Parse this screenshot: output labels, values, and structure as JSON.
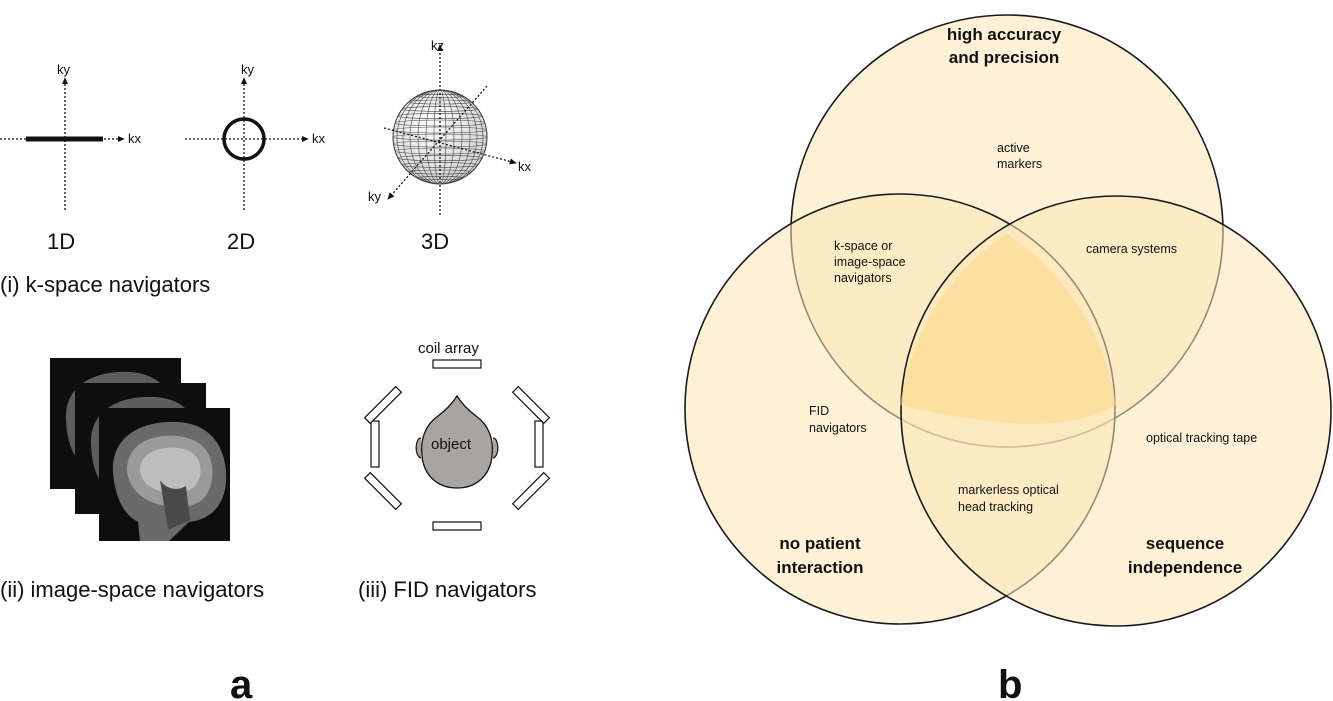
{
  "panel_a": {
    "label": "a",
    "kspace": {
      "axes": {
        "kx": "kx",
        "ky": "ky",
        "kz": "kz"
      },
      "dims": [
        "1D",
        "2D",
        "3D"
      ],
      "caption": "(i) k-space navigators"
    },
    "image_space": {
      "caption": "(ii) image-space navigators"
    },
    "fid": {
      "coil_label": "coil array",
      "object_label": "object",
      "caption": "(iii) FID navigators"
    }
  },
  "panel_b": {
    "label": "b",
    "sets": {
      "top": [
        "high accuracy",
        "and precision"
      ],
      "left": [
        "no patient",
        "interaction"
      ],
      "right": [
        "sequence",
        "independence"
      ]
    },
    "regions": {
      "top_only": [
        "active",
        "markers"
      ],
      "top_left": [
        "k-space or",
        "image-space",
        "navigators"
      ],
      "top_right": [
        "camera systems"
      ],
      "left_only": [
        "FID",
        "navigators"
      ],
      "right_only": [
        "optical tracking tape"
      ],
      "left_right": [
        "markerless optical",
        "head tracking"
      ]
    },
    "colors": {
      "fill": "#FCE7B8",
      "center": "#FDD78A",
      "stroke": "#1a1a1a"
    }
  }
}
